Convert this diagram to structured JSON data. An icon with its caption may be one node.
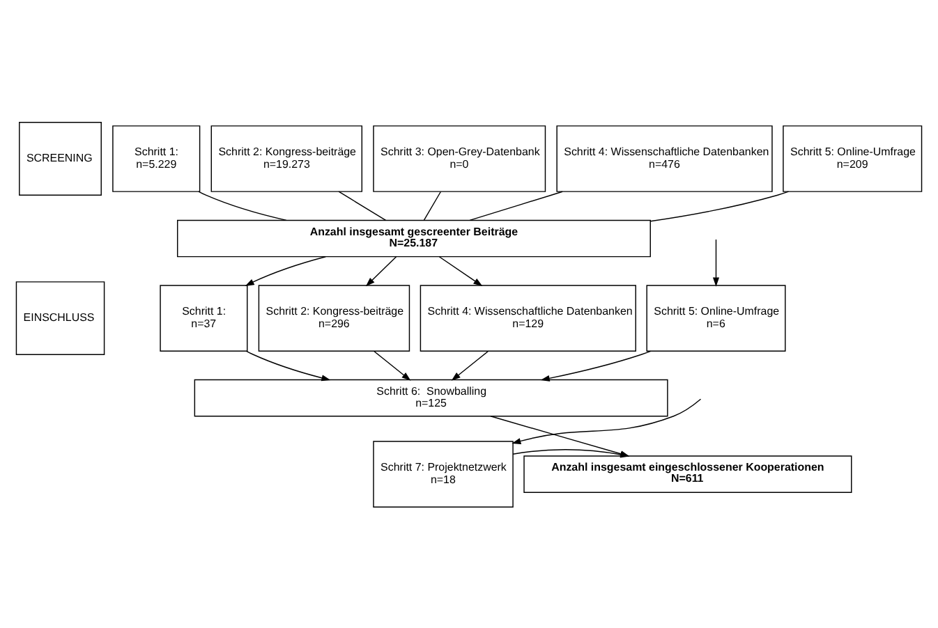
{
  "diagram": {
    "nodes": [
      {
        "text": [
          "SCREENING"
        ]
      },
      {
        "text": [
          "Schritt 1:",
          "n=5.229"
        ]
      },
      {
        "text": [
          "Schritt 2: Kongress-beiträge",
          "n=19.273"
        ]
      },
      {
        "text": [
          "Schritt 3: Open-Grey-Datenbank",
          "n=0"
        ]
      },
      {
        "text": [
          "Schritt 4: Wissenschaftliche Datenbanken",
          "n=476"
        ]
      },
      {
        "text": [
          "Schritt 5: Online-Umfrage",
          "n=209"
        ]
      },
      {
        "text": [
          "Anzahl insgesamt gescreenter Beiträge",
          "N=25.187"
        ]
      },
      {
        "text": [
          "EINSCHLUSS"
        ]
      },
      {
        "text": [
          "Schritt 1:",
          "n=37"
        ]
      },
      {
        "text": [
          "Schritt 2: Kongress-beiträge",
          "n=296"
        ]
      },
      {
        "text": [
          "Schritt 4: Wissenschaftliche Datenbanken",
          "n=129"
        ]
      },
      {
        "text": [
          "Schritt 5: Online-Umfrage",
          "n=6"
        ]
      },
      {
        "text": [
          "Schritt 6:  Snowballing",
          "n=125"
        ]
      },
      {
        "text": [
          "Anzahl insgesamt eingeschlossener Kooperationen",
          "N=611"
        ]
      },
      {
        "text": [
          "Schritt 7: Projektnetzwerk",
          "n=18"
        ]
      }
    ],
    "edges": [
      {
        "from": 1,
        "to": 6,
        "arrow": "none"
      },
      {
        "from": 2,
        "to": 6,
        "arrow": "none"
      },
      {
        "from": 3,
        "to": 6,
        "arrow": "none"
      },
      {
        "from": 4,
        "to": 6,
        "arrow": "none"
      },
      {
        "from": 5,
        "to": 6,
        "arrow": "none"
      },
      {
        "from": 6,
        "to": 8,
        "arrow": "to"
      },
      {
        "from": 6,
        "to": 9,
        "arrow": "to"
      },
      {
        "from": 6,
        "to": 10,
        "arrow": "to"
      },
      {
        "from": null,
        "to": 11,
        "arrow": "to"
      },
      {
        "from": 8,
        "to": 12,
        "arrow": "to"
      },
      {
        "from": 9,
        "to": 12,
        "arrow": "to"
      },
      {
        "from": 10,
        "to": 12,
        "arrow": "to"
      },
      {
        "from": 11,
        "to": 12,
        "arrow": "to"
      },
      {
        "from": 12,
        "to": 13,
        "arrow": "to"
      },
      {
        "from": null,
        "to": 14,
        "arrow": "to"
      },
      {
        "from": 14,
        "to": 13,
        "arrow": "to"
      }
    ]
  }
}
